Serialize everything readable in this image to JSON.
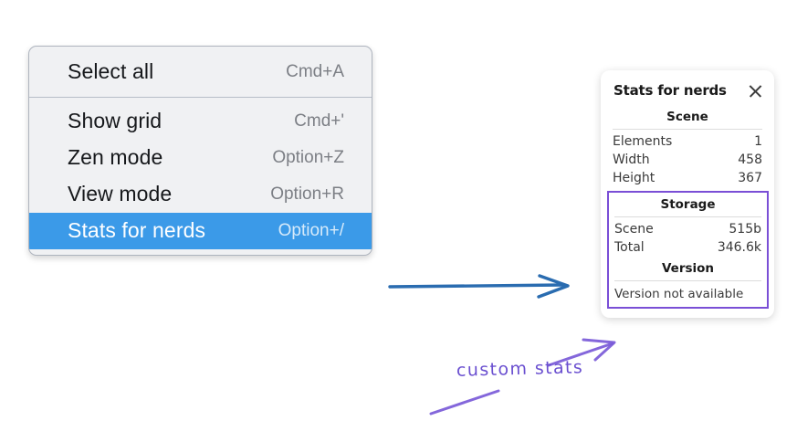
{
  "context_menu": {
    "groups": [
      {
        "items": [
          {
            "label": "Select all",
            "shortcut": "Cmd+A",
            "selected": false
          }
        ]
      },
      {
        "items": [
          {
            "label": "Show grid",
            "shortcut": "Cmd+'",
            "selected": false
          },
          {
            "label": "Zen mode",
            "shortcut": "Option+Z",
            "selected": false
          },
          {
            "label": "View mode",
            "shortcut": "Option+R",
            "selected": false
          },
          {
            "label": "Stats for nerds",
            "shortcut": "Option+/",
            "selected": true
          }
        ]
      }
    ],
    "highlight_color": "#3B9AE8",
    "background_color": "#F0F1F3"
  },
  "stats_panel": {
    "title": "Stats for nerds",
    "close_icon": "close-icon",
    "scene": {
      "heading": "Scene",
      "rows": [
        {
          "key": "Elements",
          "value": "1"
        },
        {
          "key": "Width",
          "value": "458"
        },
        {
          "key": "Height",
          "value": "367"
        }
      ]
    },
    "storage": {
      "heading": "Storage",
      "rows": [
        {
          "key": "Scene",
          "value": "515b"
        },
        {
          "key": "Total",
          "value": "346.6k"
        }
      ]
    },
    "version": {
      "heading": "Version",
      "note": "Version not available"
    },
    "highlight_border_color": "#7A4FD6"
  },
  "annotations": {
    "label": "custom stats",
    "blue_arrow_color": "#2A6CB0",
    "purple_color": "#7A5AD8"
  }
}
